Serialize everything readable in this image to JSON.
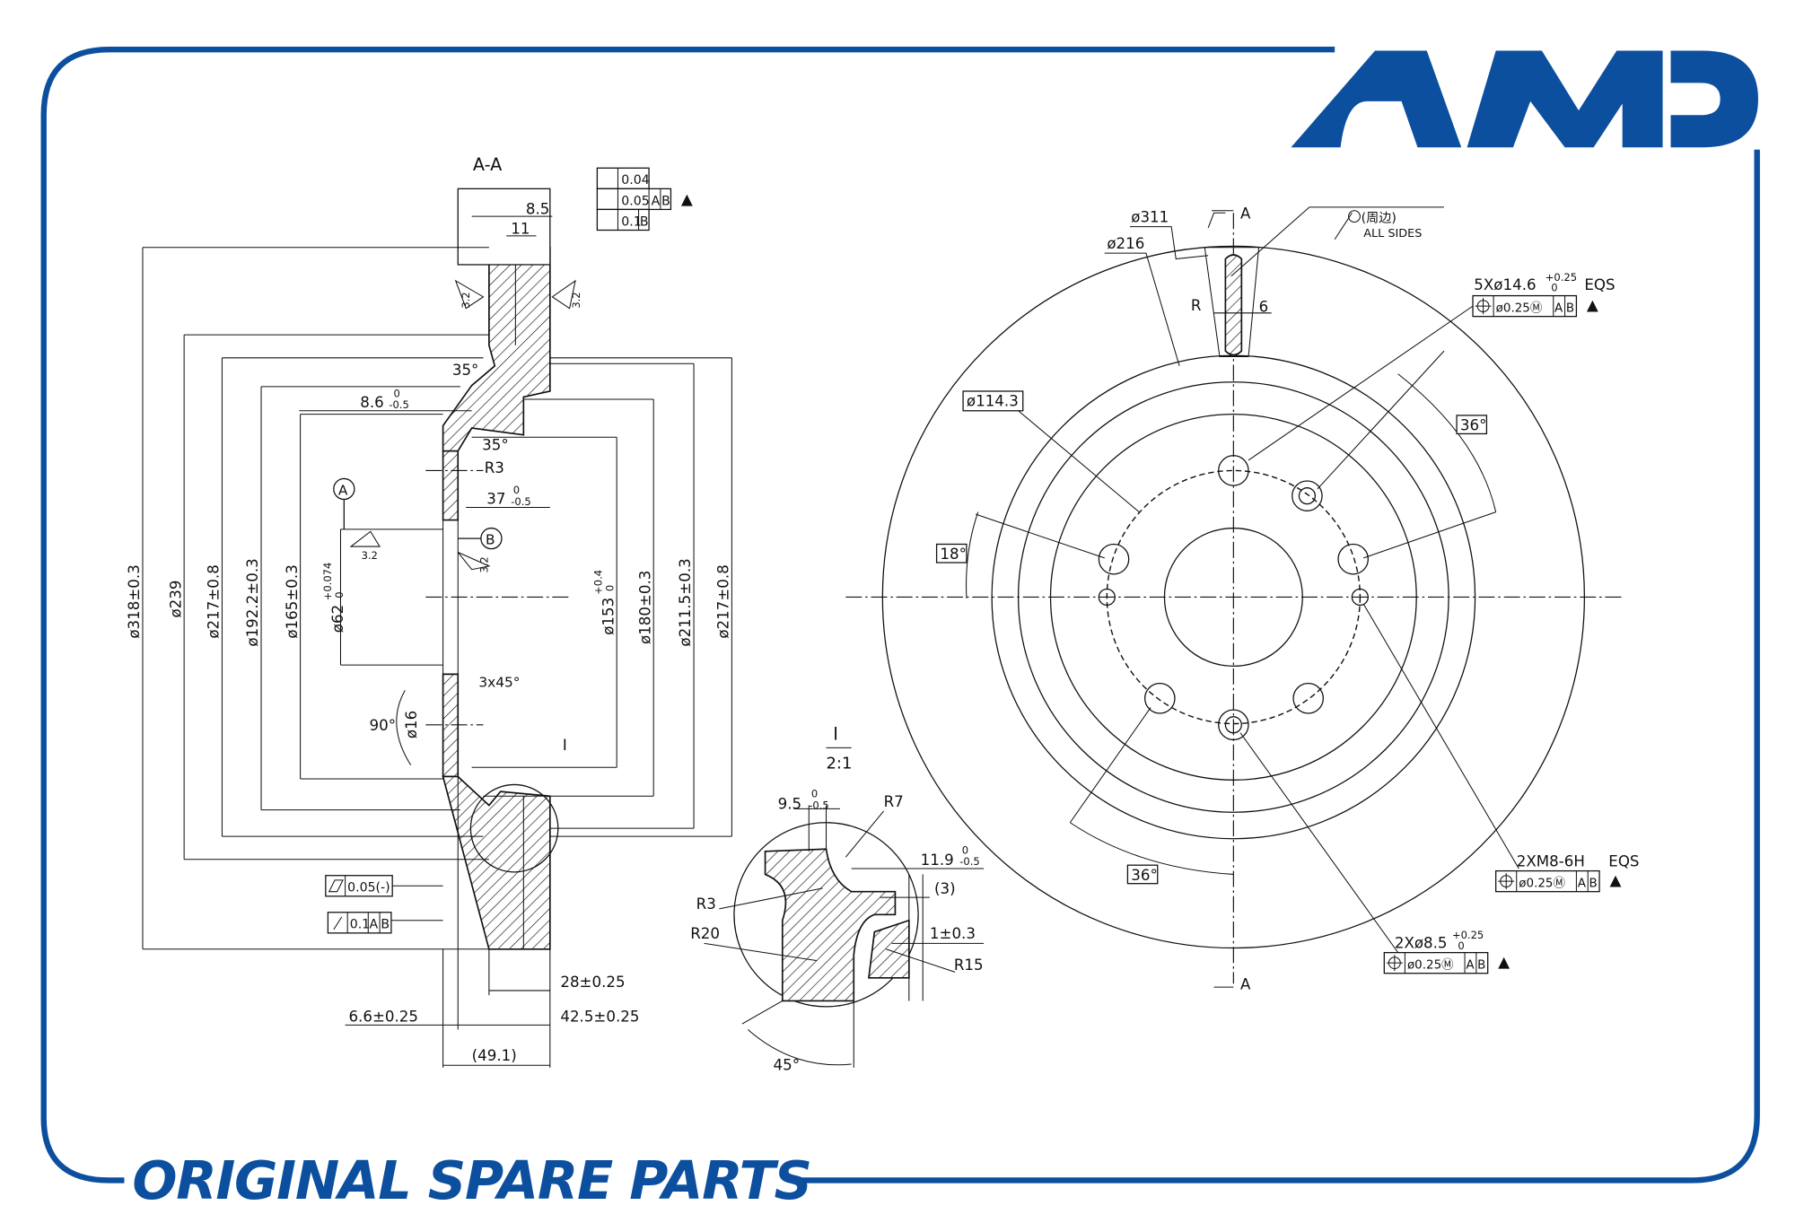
{
  "logo": {
    "brand": "AMD",
    "color": "#0b4f9e"
  },
  "footer": {
    "tagline": "ORIGINAL SPARE PARTS"
  },
  "section_view": {
    "title": "A-A",
    "top_tol": {
      "flatness": "0.04",
      "runout": "0.05",
      "runout_datums": [
        "A",
        "B"
      ],
      "parallel": "0.1",
      "parallel_datum": "B"
    },
    "width_8_5": "8.5",
    "width_11": "11",
    "roughness": "3.2",
    "angle_35a": "35°",
    "angle_35b": "35°",
    "dim_8_6": "8.6",
    "dim_8_6_upper": "0",
    "dim_8_6_lower": "-0.5",
    "r3": "R3",
    "dim_37": "37",
    "dim_37_upper": "0",
    "dim_37_lower": "-0.5",
    "datum_a": "A",
    "datum_b": "B",
    "chamfer": "3x45°",
    "angle_90": "90°",
    "d16": "ø16",
    "detail_ref": "I",
    "left_diameters": [
      "ø318±0.3",
      "ø239",
      "ø217±0.8",
      "ø192.2±0.3",
      "ø165±0.3"
    ],
    "d62": "ø62",
    "d62_upper": "+0.074",
    "d62_lower": "0",
    "d153": "ø153",
    "d153_upper": "+0.4",
    "d153_lower": "0",
    "right_diameters": [
      "ø180±0.3",
      "ø211.5±0.3",
      "ø217±0.8"
    ],
    "bottom_tol_flatness": "0.05(-)",
    "bottom_tol_runout": "0.1",
    "bottom_tol_datums": [
      "A",
      "B"
    ],
    "dim_28": "28±0.25",
    "dim_6_6": "6.6±0.25",
    "dim_42_5": "42.5±0.25",
    "dim_49_1": "(49.1)"
  },
  "detail_view": {
    "label": "I",
    "scale": "2:1",
    "dim_9_5": "9.5",
    "dim_9_5_upper": "0",
    "dim_9_5_lower": "-0.5",
    "r7": "R7",
    "dim_11_9": "11.9",
    "dim_11_9_upper": "0",
    "dim_11_9_lower": "-0.5",
    "dim_3": "(3)",
    "r3": "R3",
    "r20": "R20",
    "dim_1": "1±0.3",
    "r15": "R15",
    "angle_45": "45°"
  },
  "front_view": {
    "d311": "ø311",
    "d216": "ø216",
    "section_a_top": "A",
    "section_a_bottom": "A",
    "all_sides_cn": "(周边)",
    "all_sides": "ALL SIDES",
    "r": "R",
    "w6": "6",
    "holes5": "5Xø14.6",
    "holes5_upper": "+0.25",
    "holes5_lower": "0",
    "holes5_eqs": "EQS",
    "pos_tol": "ø0.25Ⓜ",
    "datums": [
      "A",
      "B"
    ],
    "pcd": "ø114.3",
    "angle_36a": "36°",
    "angle_18": "18°",
    "angle_36b": "36°",
    "threads": "2XM8-6H",
    "threads_eqs": "EQS",
    "holes2": "2Xø8.5",
    "holes2_upper": "+0.25",
    "holes2_lower": "0"
  }
}
